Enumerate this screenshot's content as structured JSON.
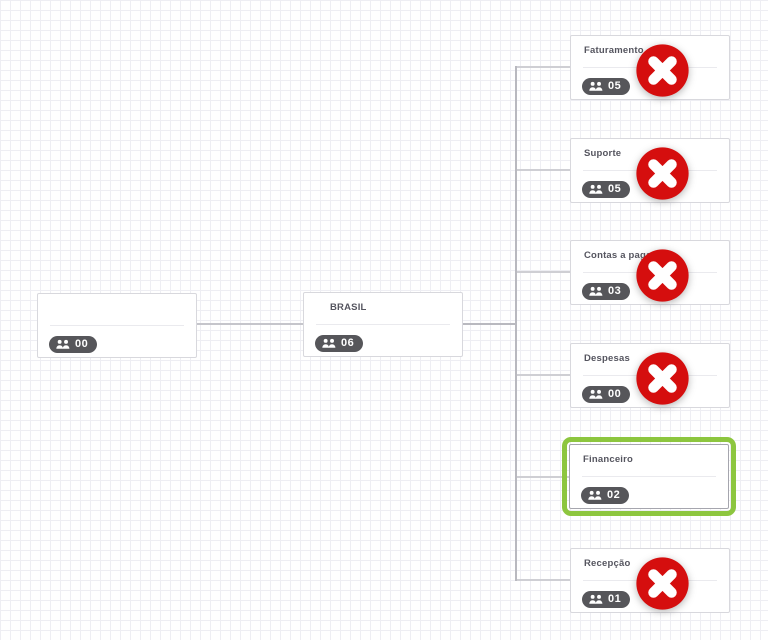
{
  "app": {
    "view": "organization-chart-canvas"
  },
  "colors": {
    "selection_green": "#8dc63f",
    "delete_red": "#d50e0e",
    "badge_background": "#56565a",
    "node_border": "#d8d8dd",
    "connector_gray": "#c5c5cb",
    "title_text": "#55555f",
    "grid_line": "#eeeef3"
  },
  "icons": {
    "members": "users-icon",
    "delete": "cross-circle-icon"
  },
  "diagram": {
    "nodes": [
      {
        "id": "empty-root",
        "title": "",
        "member_count": "00",
        "status": "normal"
      },
      {
        "id": "brasil",
        "title": "BRASIL",
        "member_count": "06",
        "status": "normal"
      },
      {
        "id": "faturamento",
        "title": "Faturamento",
        "member_count": "05",
        "status": "deleted"
      },
      {
        "id": "suporte",
        "title": "Suporte",
        "member_count": "05",
        "status": "deleted"
      },
      {
        "id": "contas-a-pagar",
        "title": "Contas a pagar",
        "member_count": "03",
        "status": "deleted"
      },
      {
        "id": "despesas",
        "title": "Despesas",
        "member_count": "00",
        "status": "deleted"
      },
      {
        "id": "financeiro",
        "title": "Financeiro",
        "member_count": "02",
        "status": "selected"
      },
      {
        "id": "recepcao",
        "title": "Recepção",
        "member_count": "01",
        "status": "deleted"
      }
    ],
    "edges": [
      {
        "from": "empty-root",
        "to": "brasil"
      },
      {
        "from": "brasil",
        "to": "faturamento"
      },
      {
        "from": "brasil",
        "to": "suporte"
      },
      {
        "from": "brasil",
        "to": "contas-a-pagar"
      },
      {
        "from": "brasil",
        "to": "despesas"
      },
      {
        "from": "brasil",
        "to": "financeiro"
      },
      {
        "from": "brasil",
        "to": "recepcao"
      }
    ]
  }
}
